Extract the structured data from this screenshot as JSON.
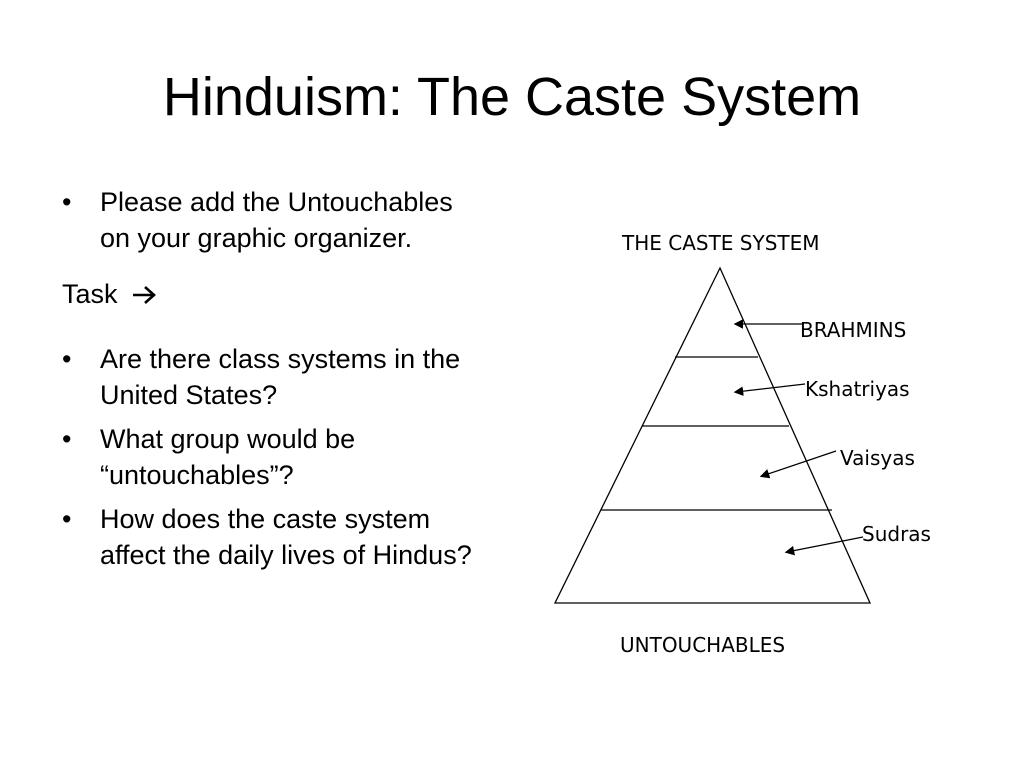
{
  "slide": {
    "title": "Hinduism: The Caste System",
    "bullets_top": [
      {
        "bullet": "•",
        "text": "Please add the Untouchables on your graphic organizer."
      }
    ],
    "task_label": "Task",
    "task_arrow_icon": "right-arrow-icon",
    "bullets_task": [
      {
        "bullet": "•",
        "text": "Are there class systems in the United States?"
      },
      {
        "bullet": "•",
        "text": "What group would be “untouchables”?"
      },
      {
        "bullet": "•",
        "text": "How does the caste system affect the daily lives of Hindus?"
      }
    ]
  },
  "diagram": {
    "title": "THE CASTE SYSTEM",
    "levels": [
      "BRAHMINS",
      "Kshatriyas",
      "Vaisyas",
      "Sudras"
    ],
    "bottom_label": "UNTOUCHABLES"
  }
}
